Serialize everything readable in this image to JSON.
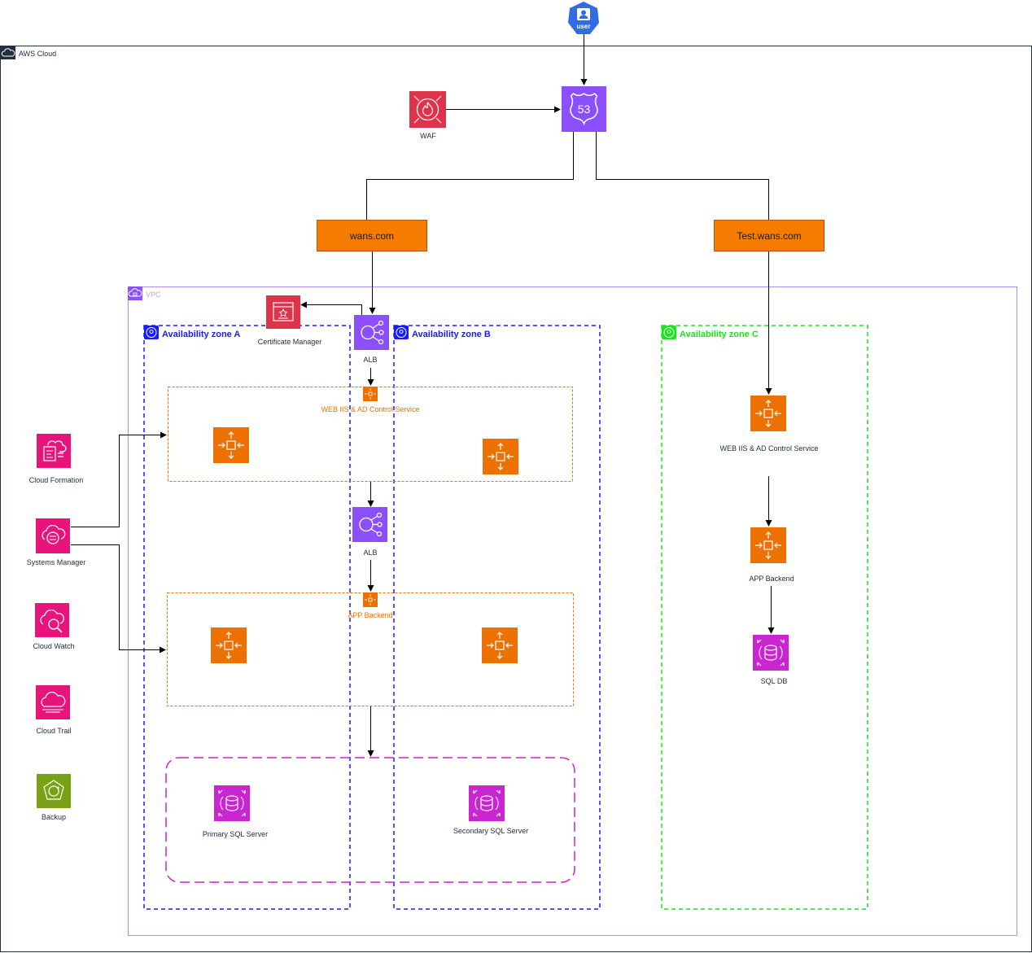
{
  "user": {
    "label": "user"
  },
  "aws_cloud": {
    "label": "AWS Cloud"
  },
  "vpc": {
    "label": "VPC"
  },
  "waf": {
    "label": "WAF"
  },
  "domains": {
    "primary": "wans.com",
    "test": "Test.wans.com"
  },
  "zones": {
    "a": "Availability zone A",
    "b": "Availability zone B",
    "c": "Availability zone C"
  },
  "certificate_manager": {
    "label": "Certificate Manager"
  },
  "alb_top": {
    "label": "ALB"
  },
  "alb_mid": {
    "label": "ALB"
  },
  "web_group": {
    "label": "WEB IIS & AD Control Service"
  },
  "app_group": {
    "label": "APP Backend"
  },
  "sql": {
    "primary": "Primary SQL Server",
    "secondary": "Secondary SQL Server"
  },
  "zone_c": {
    "web": "WEB IIS & AD Control Service",
    "app": "APP Backend",
    "db": "SQL DB"
  },
  "sidebar": {
    "cloud_formation": "Cloud Formation",
    "systems_manager": "Systems Manager",
    "cloud_watch": "Cloud Watch",
    "cloud_trail": "Cloud Trail",
    "backup": "Backup"
  },
  "colors": {
    "orange": "#ed7100",
    "purple": "#8c4fff",
    "magenta": "#e7157b",
    "sql_magenta": "#c925d1",
    "waf_red": "#dd344c",
    "backup_green": "#7aa116",
    "zone_blue": "#1a1aff",
    "zone_green": "#19e619",
    "domain_orange": "#f57c00"
  }
}
